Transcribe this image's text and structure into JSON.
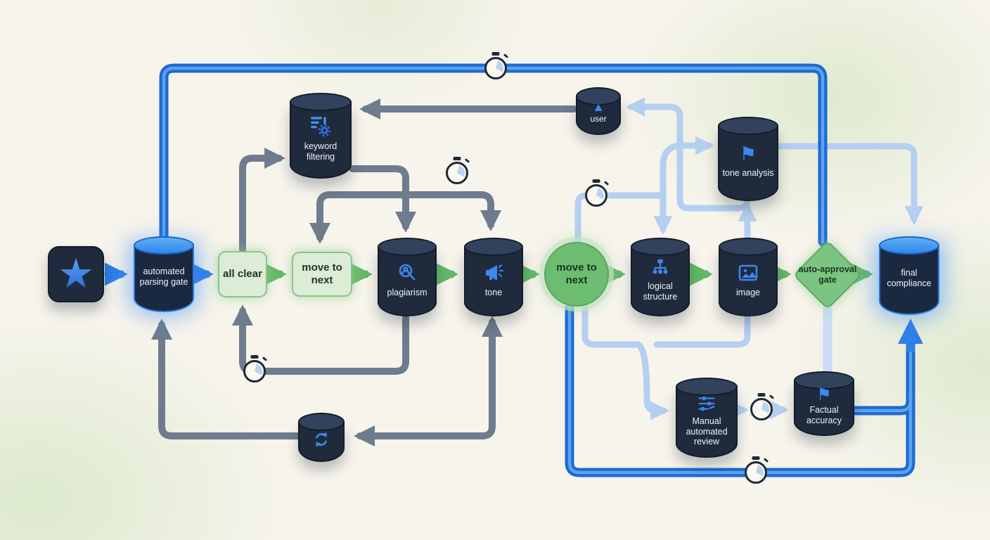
{
  "nodes": {
    "intake": {
      "label": "",
      "icon": "star-icon"
    },
    "parsing_gate": {
      "label": "automated parsing gate"
    },
    "all_clear": {
      "label": "all clear"
    },
    "move_to_next_1": {
      "label": "move to next"
    },
    "plagiarism": {
      "label": "plagiarism",
      "icon": "magnifier-person-icon"
    },
    "tone": {
      "label": "tone",
      "icon": "megaphone-icon"
    },
    "move_to_next_2": {
      "label": "move to next"
    },
    "logical_structure": {
      "label": "logical structure",
      "icon": "sitemap-icon"
    },
    "image_check": {
      "label": "image",
      "icon": "image-icon"
    },
    "auto_approval_gate": {
      "label": "auto-approval gate"
    },
    "final_compliance": {
      "label": "final compliance"
    },
    "keyword_filtering": {
      "label": "keyword filtering",
      "icon": "list-gear-icon"
    },
    "user": {
      "label": "user",
      "icon": "triangle-icon"
    },
    "tone_analysis": {
      "label": "tone analysis",
      "icon": "flag-icon"
    },
    "refresh": {
      "label": "",
      "icon": "sync-icon"
    },
    "manual_review": {
      "label": "Manual automated review",
      "icon": "sliders-icon"
    },
    "factual_accuracy": {
      "label": "Factual accuracy",
      "icon": "flag-icon"
    }
  },
  "icons": {
    "stopwatch": "timer-icon"
  },
  "colors": {
    "blue": "#2f7fe8",
    "light_blue": "#b5cff2",
    "green": "#63b868",
    "gray": "#6e7c8e",
    "cylinder_dark": "#1f2b3d",
    "green_fill": "#dcecd6",
    "background": "#f7f4ec"
  }
}
